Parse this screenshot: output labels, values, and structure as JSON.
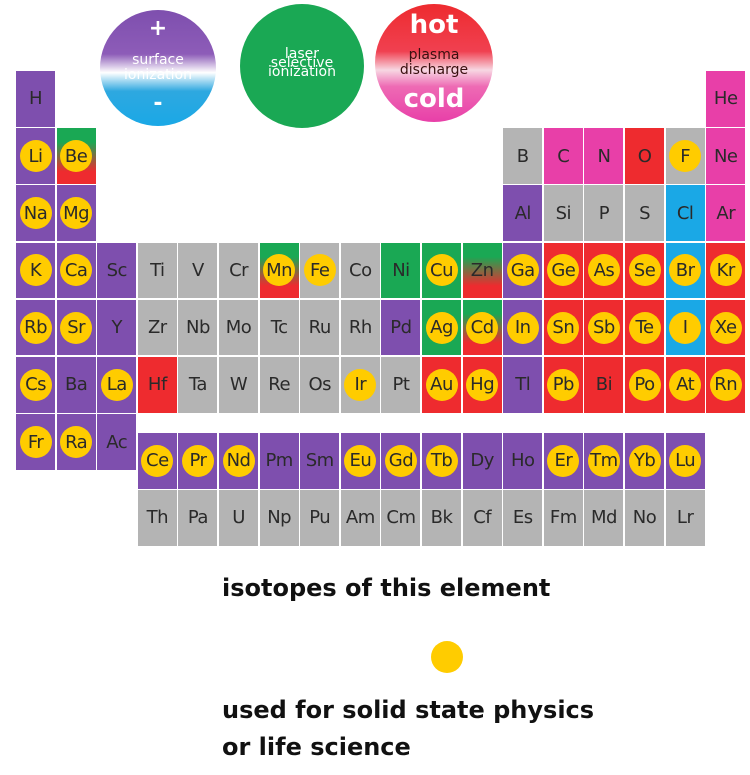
{
  "legend_circles": {
    "surface": {
      "top": "+",
      "lines": [
        "surface",
        "ionization"
      ],
      "bottom": "-"
    },
    "laser": {
      "lines": [
        "laser",
        "selective",
        "ionization"
      ]
    },
    "plasma": {
      "top": "hot",
      "lines": [
        "plasma",
        "discharge"
      ],
      "bottom": "cold"
    }
  },
  "colors": {
    "surface": "#7e4fae",
    "surface_negative": "#1aa8e6",
    "laser": "#1aa854",
    "plasma_hot": "#ee2b2f",
    "plasma_cold": "#e83fa8",
    "none": "#b4b4b4",
    "dot": "#ffcc00"
  },
  "elements": [
    {
      "s": "H",
      "r": 1,
      "c": 1,
      "k": "P",
      "d": false
    },
    {
      "s": "He",
      "r": 1,
      "c": 18,
      "k": "M",
      "d": false
    },
    {
      "s": "Li",
      "r": 2,
      "c": 1,
      "k": "P",
      "d": true
    },
    {
      "s": "Be",
      "r": 2,
      "c": 2,
      "k": "GR",
      "d": true
    },
    {
      "s": "B",
      "r": 2,
      "c": 13,
      "k": "G",
      "d": false
    },
    {
      "s": "C",
      "r": 2,
      "c": 14,
      "k": "M",
      "d": false
    },
    {
      "s": "N",
      "r": 2,
      "c": 15,
      "k": "M",
      "d": false
    },
    {
      "s": "O",
      "r": 2,
      "c": 16,
      "k": "R",
      "d": false
    },
    {
      "s": "F",
      "r": 2,
      "c": 17,
      "k": "G",
      "d": true
    },
    {
      "s": "Ne",
      "r": 2,
      "c": 18,
      "k": "M",
      "d": false
    },
    {
      "s": "Na",
      "r": 3,
      "c": 1,
      "k": "P",
      "d": true
    },
    {
      "s": "Mg",
      "r": 3,
      "c": 2,
      "k": "P",
      "d": true
    },
    {
      "s": "Al",
      "r": 3,
      "c": 13,
      "k": "P",
      "d": false
    },
    {
      "s": "Si",
      "r": 3,
      "c": 14,
      "k": "G",
      "d": false
    },
    {
      "s": "P",
      "r": 3,
      "c": 15,
      "k": "G",
      "d": false
    },
    {
      "s": "S",
      "r": 3,
      "c": 16,
      "k": "G",
      "d": false
    },
    {
      "s": "Cl",
      "r": 3,
      "c": 17,
      "k": "B",
      "d": false
    },
    {
      "s": "Ar",
      "r": 3,
      "c": 18,
      "k": "M",
      "d": false
    },
    {
      "s": "K",
      "r": 4,
      "c": 1,
      "k": "P",
      "d": true
    },
    {
      "s": "Ca",
      "r": 4,
      "c": 2,
      "k": "P",
      "d": true
    },
    {
      "s": "Sc",
      "r": 4,
      "c": 3,
      "k": "P",
      "d": false
    },
    {
      "s": "Ti",
      "r": 4,
      "c": 4,
      "k": "G",
      "d": false
    },
    {
      "s": "V",
      "r": 4,
      "c": 5,
      "k": "G",
      "d": false
    },
    {
      "s": "Cr",
      "r": 4,
      "c": 6,
      "k": "G",
      "d": false
    },
    {
      "s": "Mn",
      "r": 4,
      "c": 7,
      "k": "GR",
      "d": true
    },
    {
      "s": "Fe",
      "r": 4,
      "c": 8,
      "k": "G",
      "d": true
    },
    {
      "s": "Co",
      "r": 4,
      "c": 9,
      "k": "G",
      "d": false
    },
    {
      "s": "Ni",
      "r": 4,
      "c": 10,
      "k": "GN",
      "d": false
    },
    {
      "s": "Cu",
      "r": 4,
      "c": 11,
      "k": "GN",
      "d": true
    },
    {
      "s": "Zn",
      "r": 4,
      "c": 12,
      "k": "GR",
      "d": false
    },
    {
      "s": "Ga",
      "r": 4,
      "c": 13,
      "k": "P",
      "d": true
    },
    {
      "s": "Ge",
      "r": 4,
      "c": 14,
      "k": "R",
      "d": true
    },
    {
      "s": "As",
      "r": 4,
      "c": 15,
      "k": "R",
      "d": true
    },
    {
      "s": "Se",
      "r": 4,
      "c": 16,
      "k": "R",
      "d": true
    },
    {
      "s": "Br",
      "r": 4,
      "c": 17,
      "k": "B",
      "d": true
    },
    {
      "s": "Kr",
      "r": 4,
      "c": 18,
      "k": "R",
      "d": true
    },
    {
      "s": "Rb",
      "r": 5,
      "c": 1,
      "k": "P",
      "d": true
    },
    {
      "s": "Sr",
      "r": 5,
      "c": 2,
      "k": "P",
      "d": true
    },
    {
      "s": "Y",
      "r": 5,
      "c": 3,
      "k": "P",
      "d": false
    },
    {
      "s": "Zr",
      "r": 5,
      "c": 4,
      "k": "G",
      "d": false
    },
    {
      "s": "Nb",
      "r": 5,
      "c": 5,
      "k": "G",
      "d": false
    },
    {
      "s": "Mo",
      "r": 5,
      "c": 6,
      "k": "G",
      "d": false
    },
    {
      "s": "Tc",
      "r": 5,
      "c": 7,
      "k": "G",
      "d": false
    },
    {
      "s": "Ru",
      "r": 5,
      "c": 8,
      "k": "G",
      "d": false
    },
    {
      "s": "Rh",
      "r": 5,
      "c": 9,
      "k": "G",
      "d": false
    },
    {
      "s": "Pd",
      "r": 5,
      "c": 10,
      "k": "P",
      "d": false
    },
    {
      "s": "Ag",
      "r": 5,
      "c": 11,
      "k": "GN",
      "d": true
    },
    {
      "s": "Cd",
      "r": 5,
      "c": 12,
      "k": "GR",
      "d": true
    },
    {
      "s": "In",
      "r": 5,
      "c": 13,
      "k": "P",
      "d": true
    },
    {
      "s": "Sn",
      "r": 5,
      "c": 14,
      "k": "R",
      "d": true
    },
    {
      "s": "Sb",
      "r": 5,
      "c": 15,
      "k": "R",
      "d": true
    },
    {
      "s": "Te",
      "r": 5,
      "c": 16,
      "k": "R",
      "d": true
    },
    {
      "s": "I",
      "r": 5,
      "c": 17,
      "k": "B",
      "d": true
    },
    {
      "s": "Xe",
      "r": 5,
      "c": 18,
      "k": "R",
      "d": true
    },
    {
      "s": "Cs",
      "r": 6,
      "c": 1,
      "k": "P",
      "d": true
    },
    {
      "s": "Ba",
      "r": 6,
      "c": 2,
      "k": "P",
      "d": false
    },
    {
      "s": "La",
      "r": 6,
      "c": 3,
      "k": "P",
      "d": true
    },
    {
      "s": "Hf",
      "r": 6,
      "c": 4,
      "k": "R",
      "d": false
    },
    {
      "s": "Ta",
      "r": 6,
      "c": 5,
      "k": "G",
      "d": false
    },
    {
      "s": "W",
      "r": 6,
      "c": 6,
      "k": "G",
      "d": false
    },
    {
      "s": "Re",
      "r": 6,
      "c": 7,
      "k": "G",
      "d": false
    },
    {
      "s": "Os",
      "r": 6,
      "c": 8,
      "k": "G",
      "d": false
    },
    {
      "s": "Ir",
      "r": 6,
      "c": 9,
      "k": "G",
      "d": true
    },
    {
      "s": "Pt",
      "r": 6,
      "c": 10,
      "k": "G",
      "d": false
    },
    {
      "s": "Au",
      "r": 6,
      "c": 11,
      "k": "R",
      "d": true
    },
    {
      "s": "Hg",
      "r": 6,
      "c": 12,
      "k": "R",
      "d": true
    },
    {
      "s": "Tl",
      "r": 6,
      "c": 13,
      "k": "P",
      "d": false
    },
    {
      "s": "Pb",
      "r": 6,
      "c": 14,
      "k": "R",
      "d": true
    },
    {
      "s": "Bi",
      "r": 6,
      "c": 15,
      "k": "R",
      "d": false
    },
    {
      "s": "Po",
      "r": 6,
      "c": 16,
      "k": "R",
      "d": true
    },
    {
      "s": "At",
      "r": 6,
      "c": 17,
      "k": "R",
      "d": true
    },
    {
      "s": "Rn",
      "r": 6,
      "c": 18,
      "k": "R",
      "d": true
    },
    {
      "s": "Fr",
      "r": 7,
      "c": 1,
      "k": "P",
      "d": true
    },
    {
      "s": "Ra",
      "r": 7,
      "c": 2,
      "k": "P",
      "d": true
    },
    {
      "s": "Ac",
      "r": 7,
      "c": 3,
      "k": "P",
      "d": false
    },
    {
      "s": "Ce",
      "r": 8,
      "c": 4,
      "k": "P",
      "d": true
    },
    {
      "s": "Pr",
      "r": 8,
      "c": 5,
      "k": "P",
      "d": true
    },
    {
      "s": "Nd",
      "r": 8,
      "c": 6,
      "k": "P",
      "d": true
    },
    {
      "s": "Pm",
      "r": 8,
      "c": 7,
      "k": "P",
      "d": false
    },
    {
      "s": "Sm",
      "r": 8,
      "c": 8,
      "k": "P",
      "d": false
    },
    {
      "s": "Eu",
      "r": 8,
      "c": 9,
      "k": "P",
      "d": true
    },
    {
      "s": "Gd",
      "r": 8,
      "c": 10,
      "k": "P",
      "d": true
    },
    {
      "s": "Tb",
      "r": 8,
      "c": 11,
      "k": "P",
      "d": true
    },
    {
      "s": "Dy",
      "r": 8,
      "c": 12,
      "k": "P",
      "d": false
    },
    {
      "s": "Ho",
      "r": 8,
      "c": 13,
      "k": "P",
      "d": false
    },
    {
      "s": "Er",
      "r": 8,
      "c": 14,
      "k": "P",
      "d": true
    },
    {
      "s": "Tm",
      "r": 8,
      "c": 15,
      "k": "P",
      "d": true
    },
    {
      "s": "Yb",
      "r": 8,
      "c": 16,
      "k": "P",
      "d": true
    },
    {
      "s": "Lu",
      "r": 8,
      "c": 17,
      "k": "P",
      "d": true
    },
    {
      "s": "Th",
      "r": 9,
      "c": 4,
      "k": "G",
      "d": false
    },
    {
      "s": "Pa",
      "r": 9,
      "c": 5,
      "k": "G",
      "d": false
    },
    {
      "s": "U",
      "r": 9,
      "c": 6,
      "k": "G",
      "d": false
    },
    {
      "s": "Np",
      "r": 9,
      "c": 7,
      "k": "G",
      "d": false
    },
    {
      "s": "Pu",
      "r": 9,
      "c": 8,
      "k": "G",
      "d": false
    },
    {
      "s": "Am",
      "r": 9,
      "c": 9,
      "k": "G",
      "d": false
    },
    {
      "s": "Cm",
      "r": 9,
      "c": 10,
      "k": "G",
      "d": false
    },
    {
      "s": "Bk",
      "r": 9,
      "c": 11,
      "k": "G",
      "d": false
    },
    {
      "s": "Cf",
      "r": 9,
      "c": 12,
      "k": "G",
      "d": false
    },
    {
      "s": "Es",
      "r": 9,
      "c": 13,
      "k": "G",
      "d": false
    },
    {
      "s": "Fm",
      "r": 9,
      "c": 14,
      "k": "G",
      "d": false
    },
    {
      "s": "Md",
      "r": 9,
      "c": 15,
      "k": "G",
      "d": false
    },
    {
      "s": "No",
      "r": 9,
      "c": 16,
      "k": "G",
      "d": false
    },
    {
      "s": "Lr",
      "r": 9,
      "c": 17,
      "k": "G",
      "d": false
    }
  ],
  "legend": {
    "line1": "isotopes of this element",
    "line2": "used for solid state physics",
    "line3": "or life science"
  }
}
